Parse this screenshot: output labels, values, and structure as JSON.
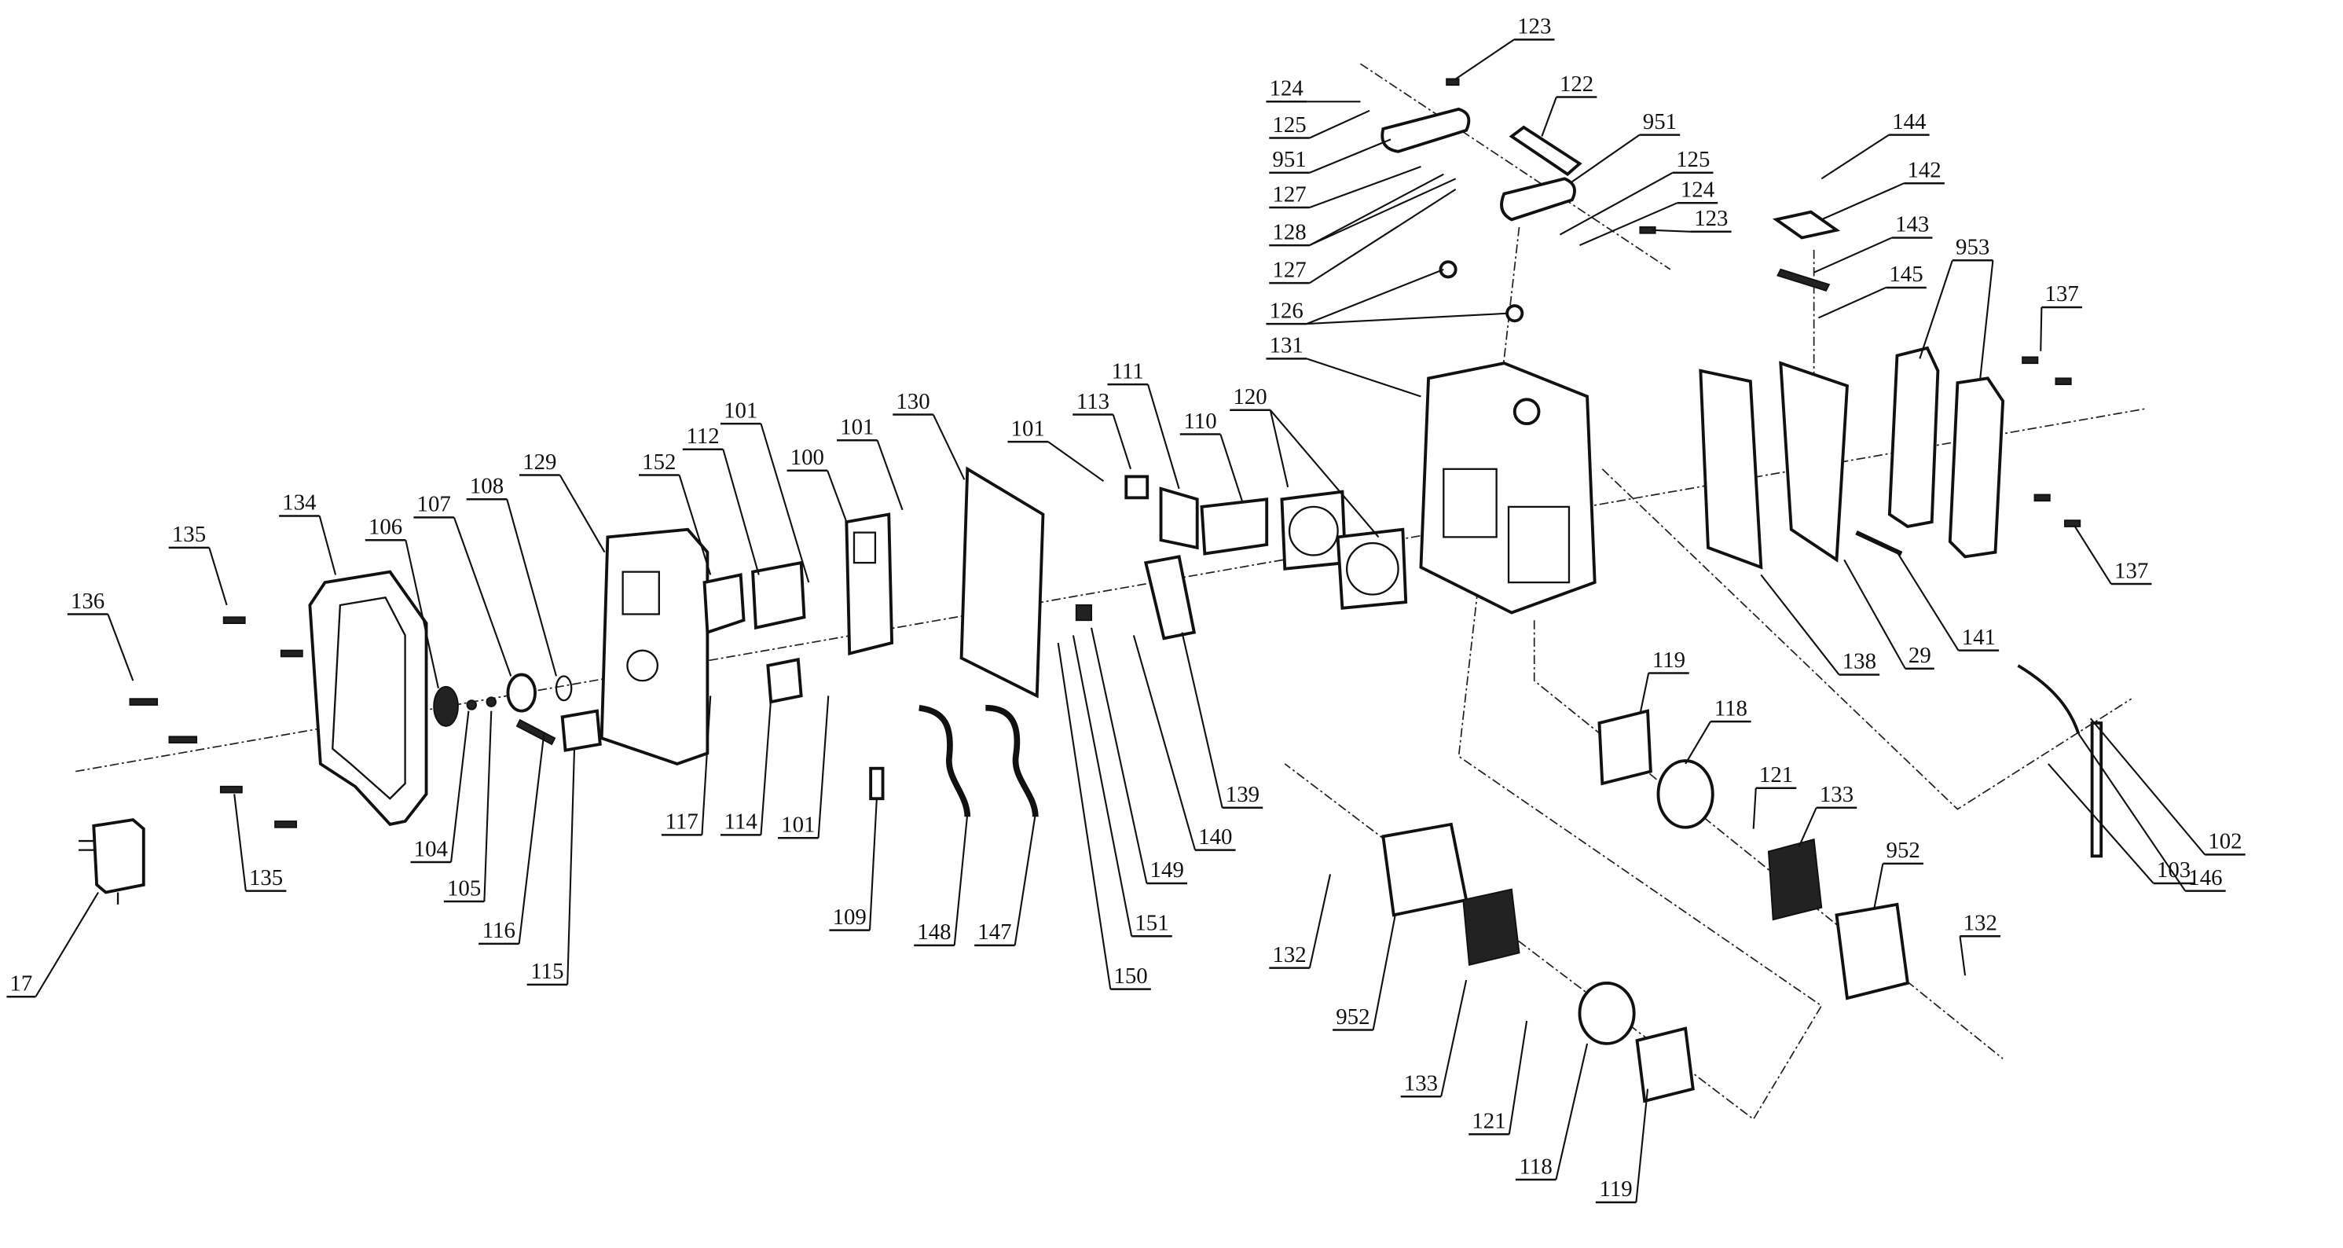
{
  "diagram": {
    "type": "exploded-parts-view",
    "labels": [
      "123",
      "124",
      "125",
      "951",
      "127",
      "128",
      "127",
      "122",
      "951",
      "125",
      "124",
      "123",
      "126",
      "131",
      "144",
      "142",
      "143",
      "145",
      "953",
      "137",
      "137",
      "138",
      "29",
      "141",
      "119",
      "118",
      "121",
      "133",
      "952",
      "132",
      "102",
      "146",
      "103",
      "132",
      "952",
      "133",
      "121",
      "118",
      "119",
      "136",
      "135",
      "134",
      "106",
      "107",
      "108",
      "129",
      "152",
      "112",
      "101",
      "100",
      "101",
      "130",
      "101",
      "113",
      "111",
      "110",
      "120",
      "135",
      "104",
      "105",
      "116",
      "115",
      "117",
      "114",
      "101",
      "109",
      "148",
      "147",
      "150",
      "151",
      "149",
      "140",
      "139",
      "17"
    ]
  }
}
